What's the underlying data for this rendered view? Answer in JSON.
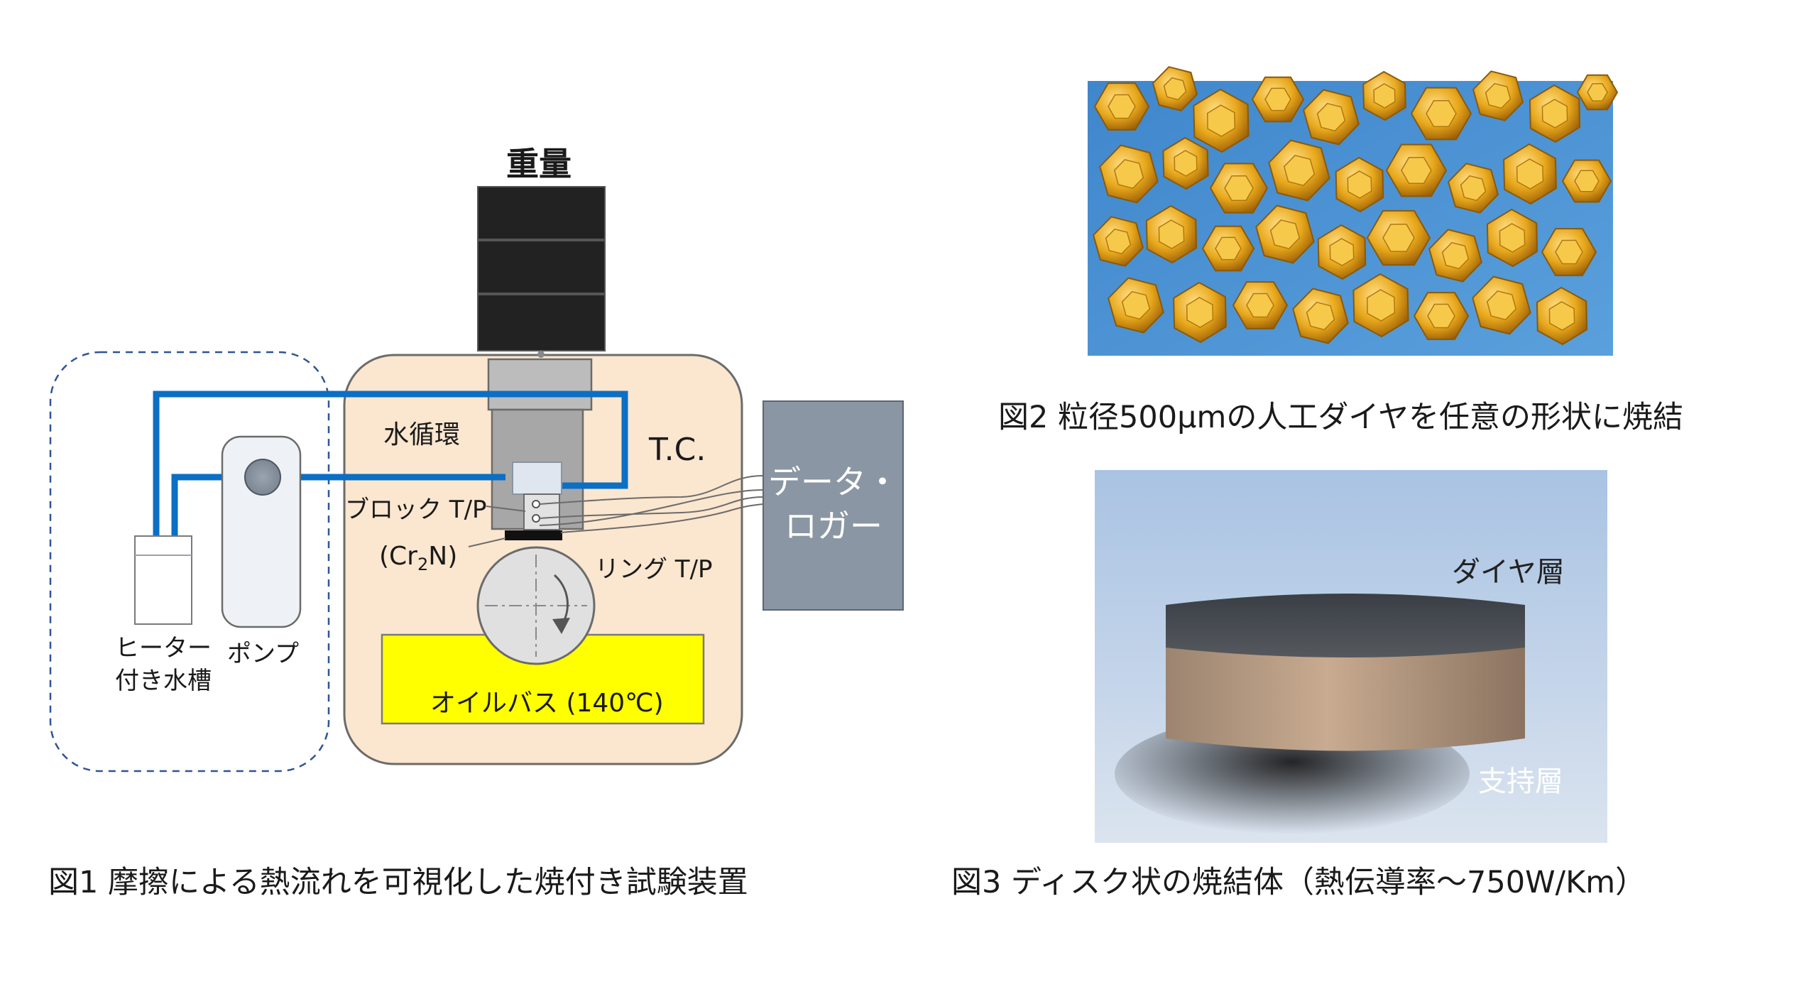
{
  "fig1": {
    "weight_label": "重量",
    "water_circulation_label": "水循環",
    "tc_label": "T.C.",
    "block_tp_label": "ブロック T/P",
    "cr2n_prefix": "(Cr",
    "cr2n_sub": "2",
    "cr2n_suffix": "N)",
    "ring_tp_label": "リング T/P",
    "oil_bath_label": "オイルバス (140℃)",
    "logger_line1": "データ・",
    "logger_line2": "ロガー",
    "heater_line1": "ヒーター",
    "heater_line2": "付き水槽",
    "pump_label": "ポンプ",
    "caption": "図1 摩擦による熱流れを可視化した焼付き試験装置"
  },
  "fig2": {
    "caption": "図2 粒径500μmの人工ダイヤを任意の形状に焼結"
  },
  "fig3": {
    "diamond_layer_label": "ダイヤ層",
    "support_layer_label": "支持層",
    "caption": "図3 ディスク状の焼結体（熱伝導率～750W/Km）"
  },
  "colors": {
    "water_pipe": "#0b6fc4",
    "chamber_fill": "#fbe6cf",
    "oil_bath_fill": "#ffff00",
    "logger_fill": "#8a96a3",
    "weight_fill": "#222222",
    "photo_bg_blue": "#4a8fd0",
    "diamond_gold": "#e8a81c"
  },
  "icons": {
    "rotation": "rotation-arrow-icon",
    "pump": "pump-circle-icon"
  }
}
